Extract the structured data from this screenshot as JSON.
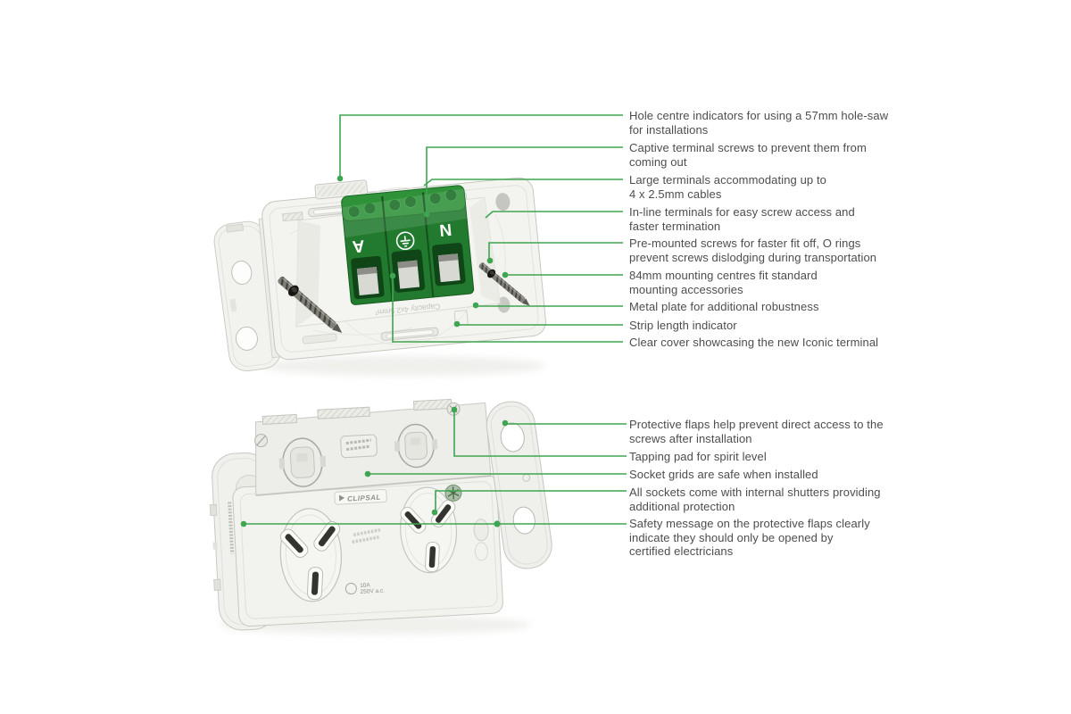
{
  "colors": {
    "leader_green": "#3ea550",
    "callout_text": "#4d4d4d",
    "terminal_green": "#227a2e",
    "plate_gray": "#f3f3f0"
  },
  "icons": {
    "earth_symbol": "⏚"
  },
  "top_diagram": {
    "terminal_label_active": "A",
    "terminal_label_neutral": "N",
    "plate_print": "Capacity 4x2.5mm²",
    "annotations": [
      "Hole centre indicators for using a 57mm hole-saw\nfor installations",
      "Captive terminal screws to prevent them from\ncoming out",
      "Large terminals accommodating up to\n4 x 2.5mm cables",
      "In-line terminals for easy screw access and\nfaster termination",
      "Pre-mounted screws for faster fit off, O rings\nprevent screws dislodging during transportation",
      "84mm mounting centres fit standard\nmounting accessories",
      "Metal plate for additional robustness",
      "Strip length indicator",
      "Clear cover showcasing the new Iconic terminal"
    ]
  },
  "bottom_diagram": {
    "brand_label": "CLIPSAL",
    "rating_current": "10A",
    "rating_voltage": "250V a.c.",
    "annotations": [
      "Protective flaps help prevent direct access to the\nscrews after installation",
      "Tapping pad for spirit level",
      "Socket grids are safe when installed",
      "All sockets come with internal shutters providing\nadditional protection",
      "Safety message on the protective flaps clearly\nindicate they should only be opened by\ncertified electricians"
    ]
  }
}
